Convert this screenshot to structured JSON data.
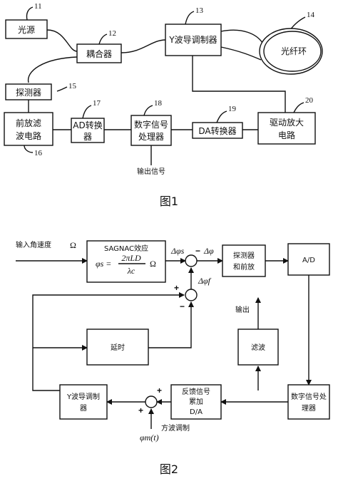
{
  "fig1": {
    "caption": "图1",
    "blocks": {
      "source": "光源",
      "coupler": "耦合器",
      "ymod": "Y波导调制器",
      "fiber": "光纤环",
      "detector": "探测器",
      "preamp_1": "前放滤",
      "preamp_2": "波电路",
      "ad_1": "AD转换",
      "ad_2": "器",
      "dsp_1": "数字信号",
      "dsp_2": "处理器",
      "da": "DA转换器",
      "drive_1": "驱动放大",
      "drive_2": "电路"
    },
    "numbers": {
      "n11": "11",
      "n12": "12",
      "n13": "13",
      "n14": "14",
      "n15": "15",
      "n16": "16",
      "n17": "17",
      "n18": "18",
      "n19": "19",
      "n20": "20"
    },
    "output_label": "输出信号"
  },
  "fig2": {
    "caption": "图2",
    "input_label": "输入角速度",
    "input_symbol": "Ω",
    "sagnac_title": "SAGNAC效应",
    "phi_s_lhs": "φs =",
    "phi_s_num": "2πLD",
    "phi_s_den": "λc",
    "phi_s_rhs": "Ω",
    "dphi_s": "Δφs",
    "dphi": "Δφ",
    "dphi_f": "Δφf",
    "detector_1": "探测器",
    "detector_2": "和前放",
    "ad": "A/D",
    "output_label": "输出",
    "filter": "滤波",
    "delay": "延时",
    "dsp_1": "数字信号处",
    "dsp_2": "理器",
    "feedback_1": "反馈信号",
    "feedback_2": "累加",
    "feedback_3": "D/A",
    "ymod_1": "Y波导调制",
    "ymod_2": "器",
    "square_label": "方波调制",
    "phi_m": "φm(t)",
    "sign_minus1": "−",
    "sign_plus1": "+",
    "sign_minus2": "−",
    "sign_plus2": "+",
    "sign_plus3": "+"
  }
}
